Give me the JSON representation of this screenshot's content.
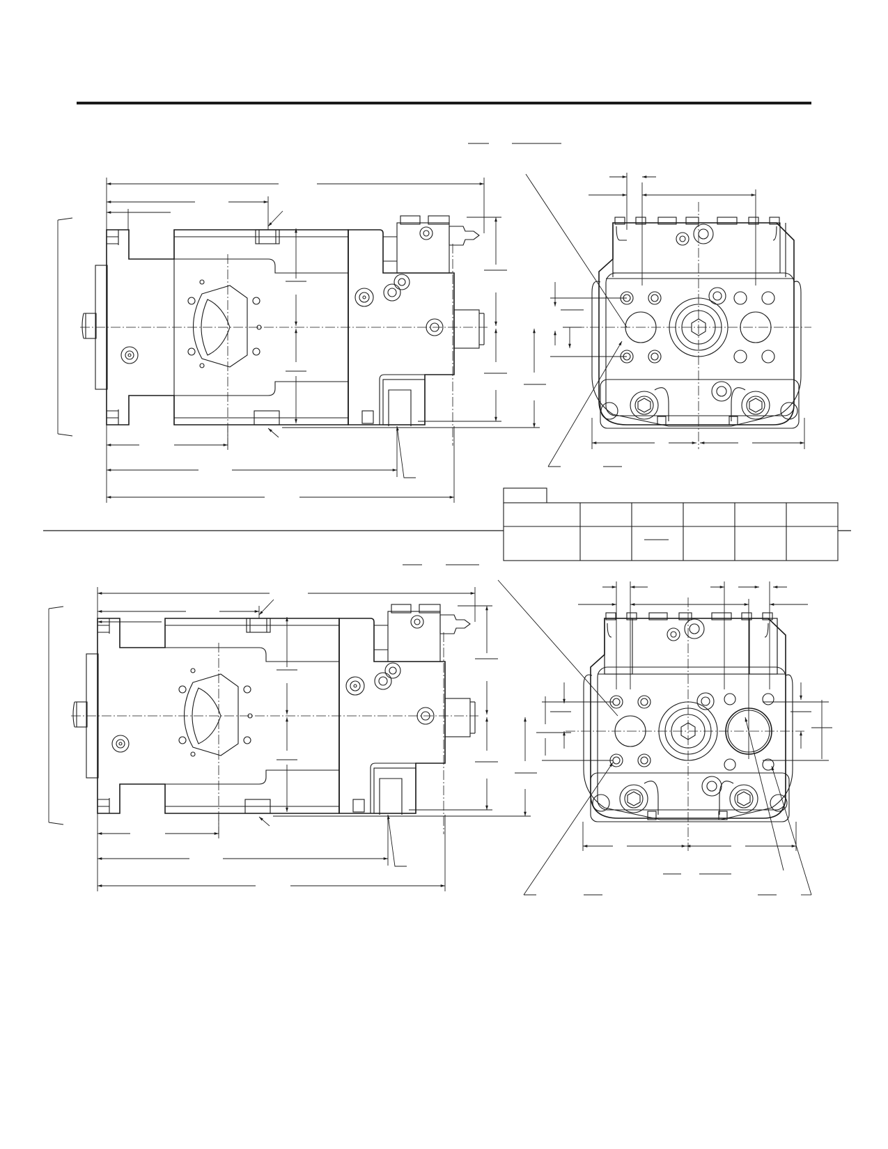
{
  "document": {
    "views": [
      {
        "id": "upper-side-view"
      },
      {
        "id": "upper-end-view"
      },
      {
        "id": "lower-side-view"
      },
      {
        "id": "lower-end-view"
      }
    ],
    "table": {
      "header_tab": "",
      "rows": 2,
      "columns": 6
    }
  },
  "icons": [
    "dimension-arrow-icon",
    "centerline-icon",
    "bolt-head-icon"
  ]
}
